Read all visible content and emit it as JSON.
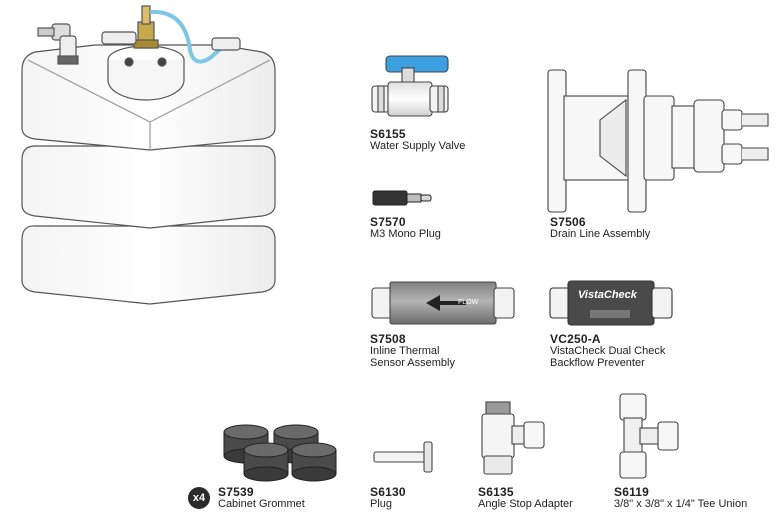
{
  "parts": [
    {
      "id": "s6155",
      "code": "S6155",
      "name": [
        "Water Supply Valve"
      ]
    },
    {
      "id": "s7570",
      "code": "S7570",
      "name": [
        "M3 Mono Plug"
      ]
    },
    {
      "id": "s7506",
      "code": "S7506",
      "name": [
        "Drain Line Assembly"
      ]
    },
    {
      "id": "s7508",
      "code": "S7508",
      "name": [
        "Inline Thermal",
        "Sensor Assembly"
      ]
    },
    {
      "id": "vc250a",
      "code": "VC250-A",
      "name": [
        "VistaCheck Dual Check",
        "Backflow Preventer"
      ]
    },
    {
      "id": "s7539",
      "code": "S7539",
      "name": [
        "Cabinet Grommet"
      ]
    },
    {
      "id": "s6130",
      "code": "S6130",
      "name": [
        "Plug"
      ]
    },
    {
      "id": "s6135",
      "code": "S6135",
      "name": [
        "Angle Stop Adapter"
      ]
    },
    {
      "id": "s6119",
      "code": "S6119",
      "name": [
        "3/8\" x 3/8\" x 1/4\" Tee Union"
      ]
    }
  ],
  "badge": "x4",
  "sensor_flow_label": "FLOW",
  "vistacheck_label": "VistaCheck",
  "colors": {
    "valve_handle": "#3b9fe0",
    "tube": "#9fd6ef",
    "brass": "#c8a84a",
    "sensor_body": "#9a9a9a",
    "dark_part": "#333333"
  }
}
